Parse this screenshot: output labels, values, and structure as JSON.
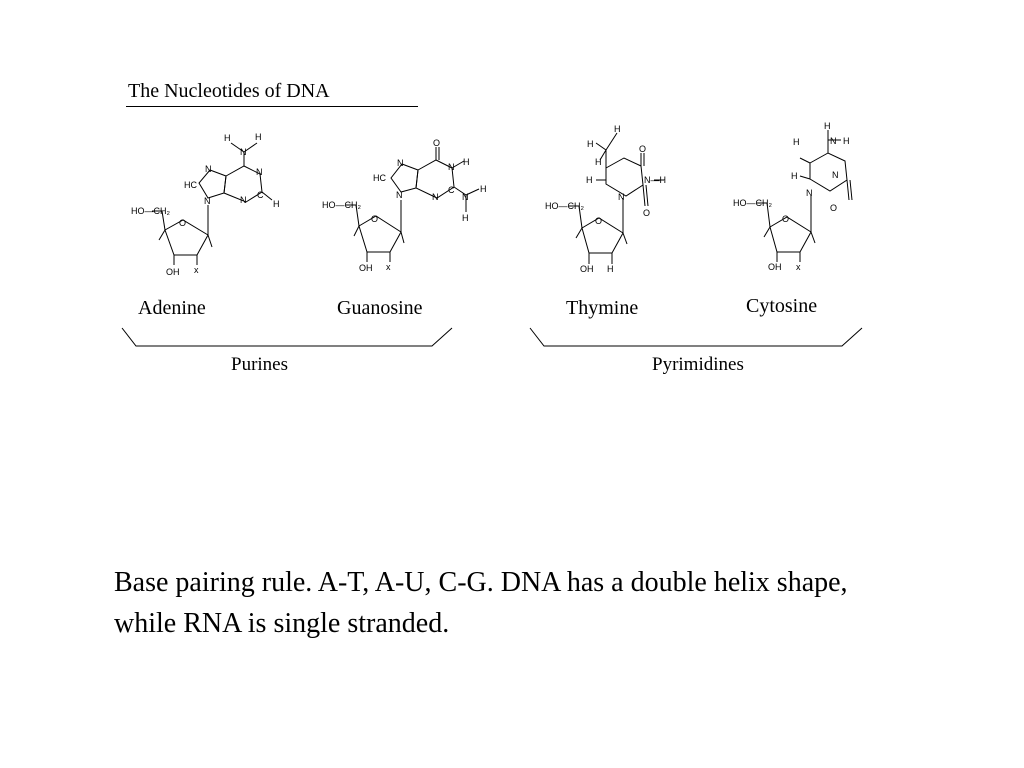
{
  "figure": {
    "title": "The Nucleotides of DNA",
    "nucleotides": [
      {
        "name": "Adenine"
      },
      {
        "name": "Guanosine"
      },
      {
        "name": "Thymine"
      },
      {
        "name": "Cytosine"
      }
    ],
    "groups": [
      {
        "name": "Purines"
      },
      {
        "name": "Pyrimidines"
      }
    ],
    "atom_labels": {
      "sugar_ho": "HO—CH₂",
      "ring_o": "O",
      "oh": "OH",
      "x": "x",
      "h": "H",
      "n": "N",
      "c": "C",
      "o": "O",
      "hc": "HC",
      "n_h": "N—H"
    }
  },
  "caption": {
    "line1": "Base pairing rule. A-T, A-U, C-G. DNA has a double helix shape,",
    "line2": "while RNA is single stranded."
  }
}
